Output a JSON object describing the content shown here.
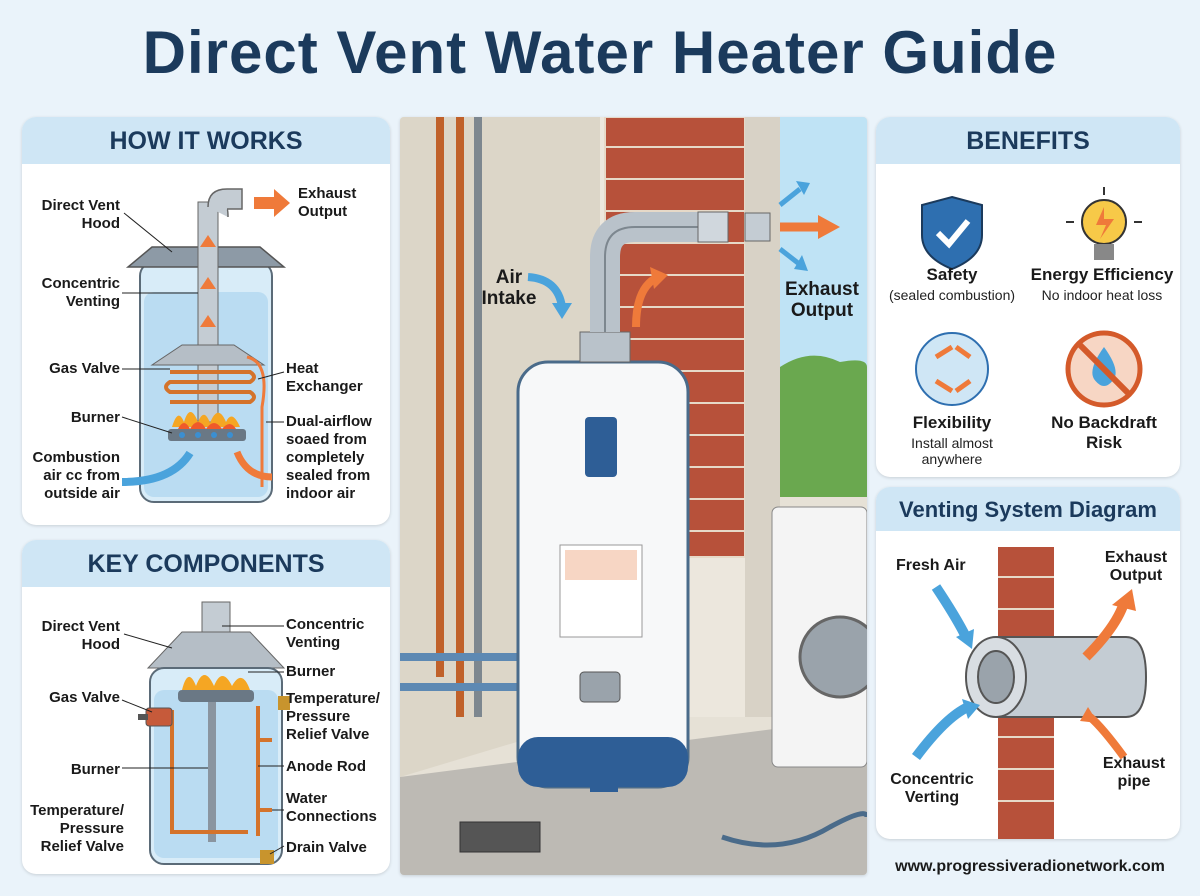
{
  "title": "Direct Vent Water Heater Guide",
  "how_it_works": {
    "heading": "HOW IT WORKS",
    "labels": {
      "hood": "Direct Vent Hood",
      "exhaust": "Exhaust Output",
      "concentric": "Concentric Venting",
      "gas": "Gas Valve",
      "heat": "Heat Exchanger",
      "burner": "Burner",
      "combustion": "Combustion air cc from outside air",
      "dual": "Dual-airflow soaed from completely sealed from indoor air"
    }
  },
  "key_components": {
    "heading": "KEY COMPONENTS",
    "labels": {
      "hood": "Direct Vent Hood",
      "concentric": "Concentric Venting",
      "burner_top": "Burner",
      "gas": "Gas Valve",
      "tpr_right": "Temperature/ Pressure Relief Valve",
      "burner": "Burner",
      "anode": "Anode Rod",
      "water": "Water Connections",
      "tpr_left": "Temperature/ Pressure Relief Valve",
      "drain": "Drain Valve"
    }
  },
  "scene": {
    "air_intake": "Air Intake",
    "exhaust": "Exhaust Output"
  },
  "benefits": {
    "heading": "BENEFITS",
    "items": [
      {
        "title": "Safety",
        "sub": "(sealed combustion)",
        "icon": "shield-check-icon"
      },
      {
        "title": "Energy Efficiency",
        "sub": "No indoor heat loss",
        "icon": "lightbulb-icon"
      },
      {
        "title": "Flexibility",
        "sub": "Install almost anywhere",
        "icon": "flex-arrows-icon"
      },
      {
        "title": "No Backdraft Risk",
        "sub": "",
        "icon": "no-backdraft-icon"
      }
    ]
  },
  "venting": {
    "heading": "Venting System Diagram",
    "fresh": "Fresh Air",
    "exhaust": "Exhaust Output",
    "concentric": "Concentric Verting",
    "pipe": "Exhaust pipe"
  },
  "footer": "www.progressiveradionetwork.com",
  "colors": {
    "title": "#1b3a5c",
    "header_bg": "#cfe6f5",
    "copper": "#d4732b",
    "arrow": "#ef7a3a",
    "blue_arrow": "#4aa3dc"
  }
}
